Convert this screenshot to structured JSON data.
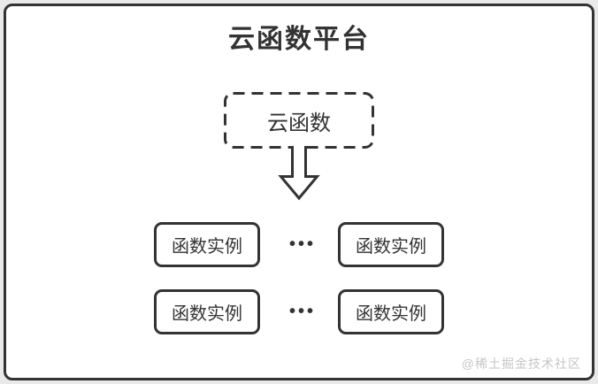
{
  "diagram": {
    "title": "云函数平台",
    "cloud_function_label": "云函数",
    "ellipsis": "•••",
    "rows": [
      {
        "left": "函数实例",
        "right": "函数实例"
      },
      {
        "left": "函数实例",
        "right": "函数实例"
      }
    ],
    "watermark": "@稀土掘金技术社区",
    "colors": {
      "line": "#333333",
      "text": "#333333",
      "watermark_color": "#c6c6c6",
      "panel_bg": "#ffffff",
      "outer_bg": "#e9e9e9"
    }
  }
}
